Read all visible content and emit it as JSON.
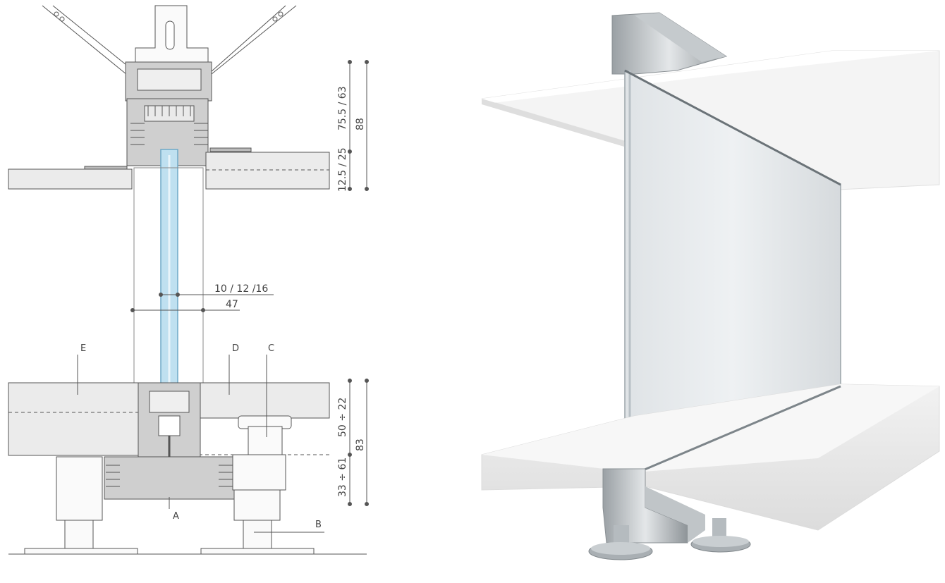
{
  "section": {
    "dimensions": {
      "top_upper": "75.5 / 63",
      "top_lower": "12.5 / 25",
      "top_total": "88",
      "glass": "10 / 12 /16",
      "profile_width": "47",
      "bottom_upper": "50 ÷ 22",
      "bottom_lower": "33 ÷ 61",
      "bottom_total": "83"
    },
    "callouts": {
      "a": "A",
      "b": "B",
      "c": "C",
      "d": "D",
      "e": "E"
    }
  },
  "colors": {
    "line": "#555555",
    "slab_fill": "#ebebeb",
    "profile_fill": "#c8c8c8",
    "glass_fill": "#bfe0f0",
    "glass_edge": "#6fa9c7"
  }
}
